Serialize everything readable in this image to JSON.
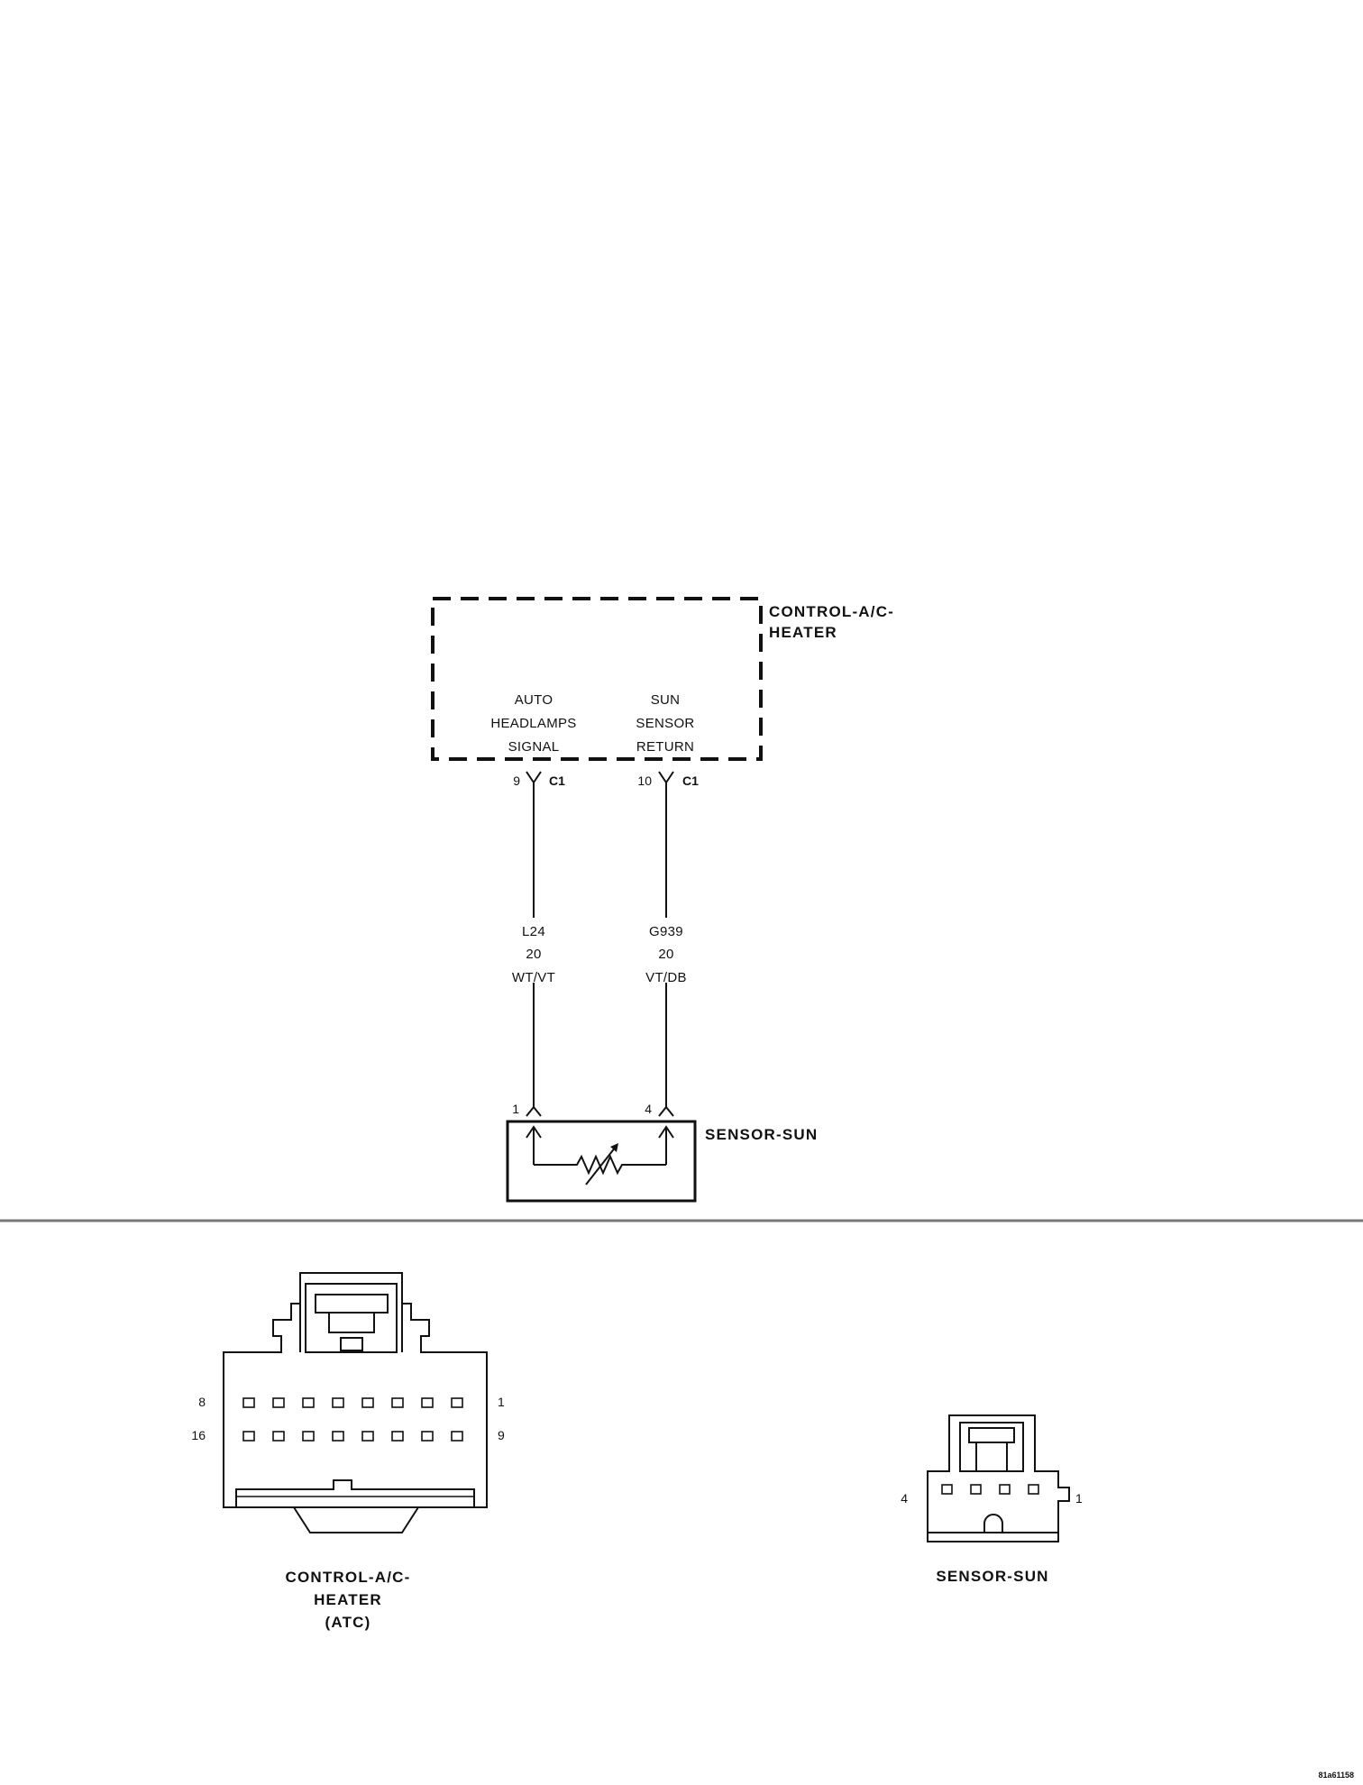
{
  "control_module": {
    "name_line1": "CONTROL-A/C-",
    "name_line2": "HEATER",
    "signal_1": {
      "line1": "AUTO",
      "line2": "HEADLAMPS",
      "line3": "SIGNAL"
    },
    "signal_2": {
      "line1": "SUN",
      "line2": "SENSOR",
      "line3": "RETURN"
    }
  },
  "pins_top": [
    {
      "pin": "9",
      "connector": "C1"
    },
    {
      "pin": "10",
      "connector": "C1"
    }
  ],
  "wires": [
    {
      "circuit": "L24",
      "gauge": "20",
      "color": "WT/VT"
    },
    {
      "circuit": "G939",
      "gauge": "20",
      "color": "VT/DB"
    }
  ],
  "pins_bottom": [
    "1",
    "4"
  ],
  "sensor": {
    "name": "SENSOR-SUN"
  },
  "connector_views": {
    "atc": {
      "label_line1": "CONTROL-A/C-",
      "label_line2": "HEATER",
      "label_line3": "(ATC)",
      "pin_top_left": "8",
      "pin_top_right": "1",
      "pin_bottom_left": "16",
      "pin_bottom_right": "9"
    },
    "sun": {
      "label": "SENSOR-SUN",
      "pin_left": "4",
      "pin_right": "1"
    }
  },
  "figure_id": "81a61158"
}
